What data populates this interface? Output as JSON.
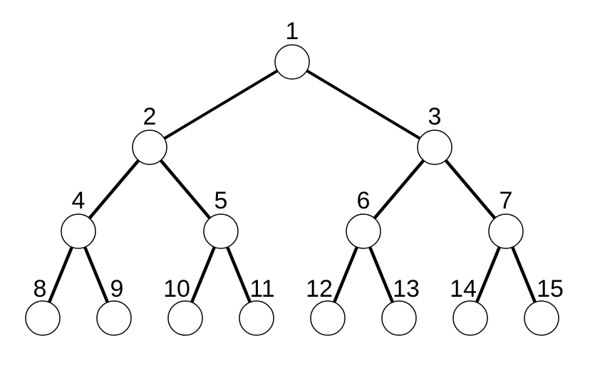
{
  "colors": {
    "stroke": "#000000",
    "fill": "#ffffff",
    "background": "#ffffff"
  },
  "nodes": [
    {
      "id": 1,
      "label": "1"
    },
    {
      "id": 2,
      "label": "2"
    },
    {
      "id": 3,
      "label": "3"
    },
    {
      "id": 4,
      "label": "4"
    },
    {
      "id": 5,
      "label": "5"
    },
    {
      "id": 6,
      "label": "6"
    },
    {
      "id": 7,
      "label": "7"
    },
    {
      "id": 8,
      "label": "8"
    },
    {
      "id": 9,
      "label": "9"
    },
    {
      "id": 10,
      "label": "10"
    },
    {
      "id": 11,
      "label": "11"
    },
    {
      "id": 12,
      "label": "12"
    },
    {
      "id": 13,
      "label": "13"
    },
    {
      "id": 14,
      "label": "14"
    },
    {
      "id": 15,
      "label": "15"
    }
  ],
  "edges": [
    [
      1,
      2
    ],
    [
      1,
      3
    ],
    [
      2,
      4
    ],
    [
      2,
      5
    ],
    [
      3,
      6
    ],
    [
      3,
      7
    ],
    [
      4,
      8
    ],
    [
      4,
      9
    ],
    [
      5,
      10
    ],
    [
      5,
      11
    ],
    [
      6,
      12
    ],
    [
      6,
      13
    ],
    [
      7,
      14
    ],
    [
      7,
      15
    ]
  ]
}
